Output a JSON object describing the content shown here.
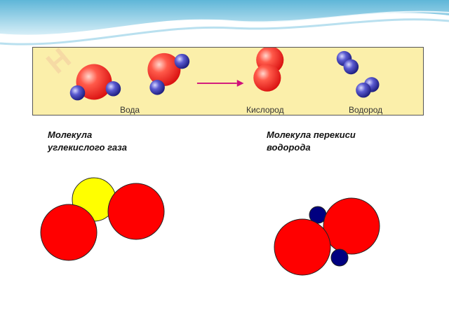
{
  "panel": {
    "labels": {
      "water": "Вода",
      "oxygen": "Кислород",
      "hydrogen": "Водород"
    }
  },
  "captions": {
    "co2": {
      "line1": "Молекула",
      "line2": "углекислого газа"
    },
    "h2o2": {
      "line1": "Молекула перекиси",
      "line2": "водорода"
    }
  },
  "colors": {
    "oxygen_atom": "#ff0000",
    "carbon_atom": "#ffff00",
    "hydrogen_atom": "#000080",
    "panel_background": "#fbefaa",
    "arrow": "#d0107a"
  }
}
